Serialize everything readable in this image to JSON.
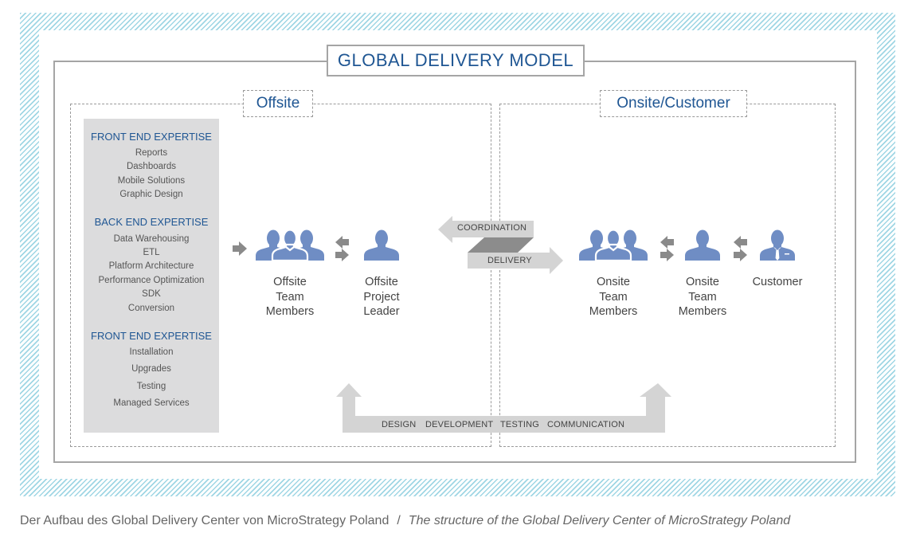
{
  "title": "GLOBAL DELIVERY MODEL",
  "offsite": {
    "title": "Offsite",
    "groups": [
      {
        "heading": "FRONT END EXPERTISE",
        "items": [
          "Reports",
          "Dashboards",
          "Mobile Solutions",
          "Graphic Design"
        ]
      },
      {
        "heading": "BACK END EXPERTISE",
        "items": [
          "Data Warehousing",
          "ETL",
          "Platform Architecture",
          "Performance Optimization",
          "SDK",
          "Conversion"
        ]
      },
      {
        "heading": "FRONT END EXPERTISE",
        "items": [
          "Installation",
          "Upgrades",
          "Testing",
          "Managed Services"
        ]
      }
    ],
    "team_label": [
      "Offsite",
      "Team",
      "Members"
    ],
    "leader_label": [
      "Offsite",
      "Project",
      "Leader"
    ]
  },
  "onsite": {
    "title": "Onsite/Customer",
    "team_label": [
      "Onsite",
      "Team",
      "Members"
    ],
    "members_label": [
      "Onsite",
      "Team",
      "Members"
    ],
    "customer_label": "Customer"
  },
  "flows": {
    "coordination": "COORDINATION",
    "delivery": "DELIVERY"
  },
  "bottom_band": [
    "DESIGN",
    "DEVELOPMENT",
    "TESTING",
    "COMMUNICATION"
  ],
  "caption": {
    "german": "Der Aufbau des Global Delivery Center von MicroStrategy Poland",
    "separator": "/",
    "english": "The structure of the Global Delivery Center of MicroStrategy Poland"
  },
  "colors": {
    "title_blue": "#1f5693",
    "person_blue": "#6f8dc4",
    "arrow_grey": "#d4d4d4",
    "icon_arrow_grey": "#8a8a8a",
    "hatch_blue": "#9fd6e4"
  }
}
